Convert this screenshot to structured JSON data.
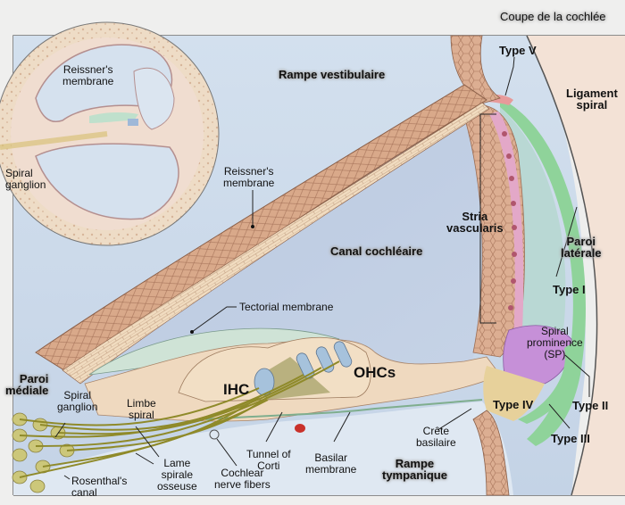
{
  "title": "Coupe de la cochlée",
  "colors": {
    "background": "#efefee",
    "fluid": "#c9d8e8",
    "fluid_dark": "#aebfd8",
    "bone": "#f0ddd0",
    "membrane": "#d7a98a",
    "membrane_light": "#f2dcc3",
    "stria": "#e3a8c8",
    "ligament_green": "#8fd39a",
    "ligament_teal": "#b9d8d4",
    "spiral_prominence": "#c690d8",
    "type_iv": "#e7d19b",
    "nerve": "#8f8a2a",
    "hair_cell": "#a6c2dc",
    "tectorial": "#cfe3d6",
    "type_v": "#e79a9a",
    "vessel": "#c9312a"
  },
  "inset": {
    "labels": {
      "reissner": "Reissner's\nmembrane",
      "spiral_ganglion": "Spiral\nganglion"
    }
  },
  "labels": {
    "rampe_vestibulaire": "Rampe vestibulaire",
    "canal_cochleaire": "Canal cochléaire",
    "rampe_tympanique": "Rampe\ntympanique",
    "reissner": "Reissner's\nmembrane",
    "tectorial": "Tectorial membrane",
    "type_v": "Type V",
    "ligament_spiral": "Ligament\nspiral",
    "stria_vascularis": "Stria\nvascularis",
    "paroi_laterale": "Paroi\nlatérale",
    "type_i": "Type I",
    "spiral_prominence": "Spiral\nprominence\n(SP)",
    "type_ii": "Type II",
    "type_iii": "Type III",
    "type_iv": "Type IV",
    "crete_basilaire": "Crête\nbasilaire",
    "paroi_mediale": "Paroi\nmédiale",
    "spiral_ganglion": "Spiral\nganglion",
    "limbe_spiral": "Limbe\nspiral",
    "ihc": "IHC",
    "ohcs": "OHCs",
    "tunnel_of_corti": "Tunnel of\nCorti",
    "basilar_membrane": "Basilar\nmembrane",
    "lame_spirale_osseuse": "Lame\nspirale\nosseuse",
    "cochlear_nerve_fibers": "Cochlear\nnerve fibers",
    "rosenthals_canal": "Rosenthal's\ncanal"
  }
}
